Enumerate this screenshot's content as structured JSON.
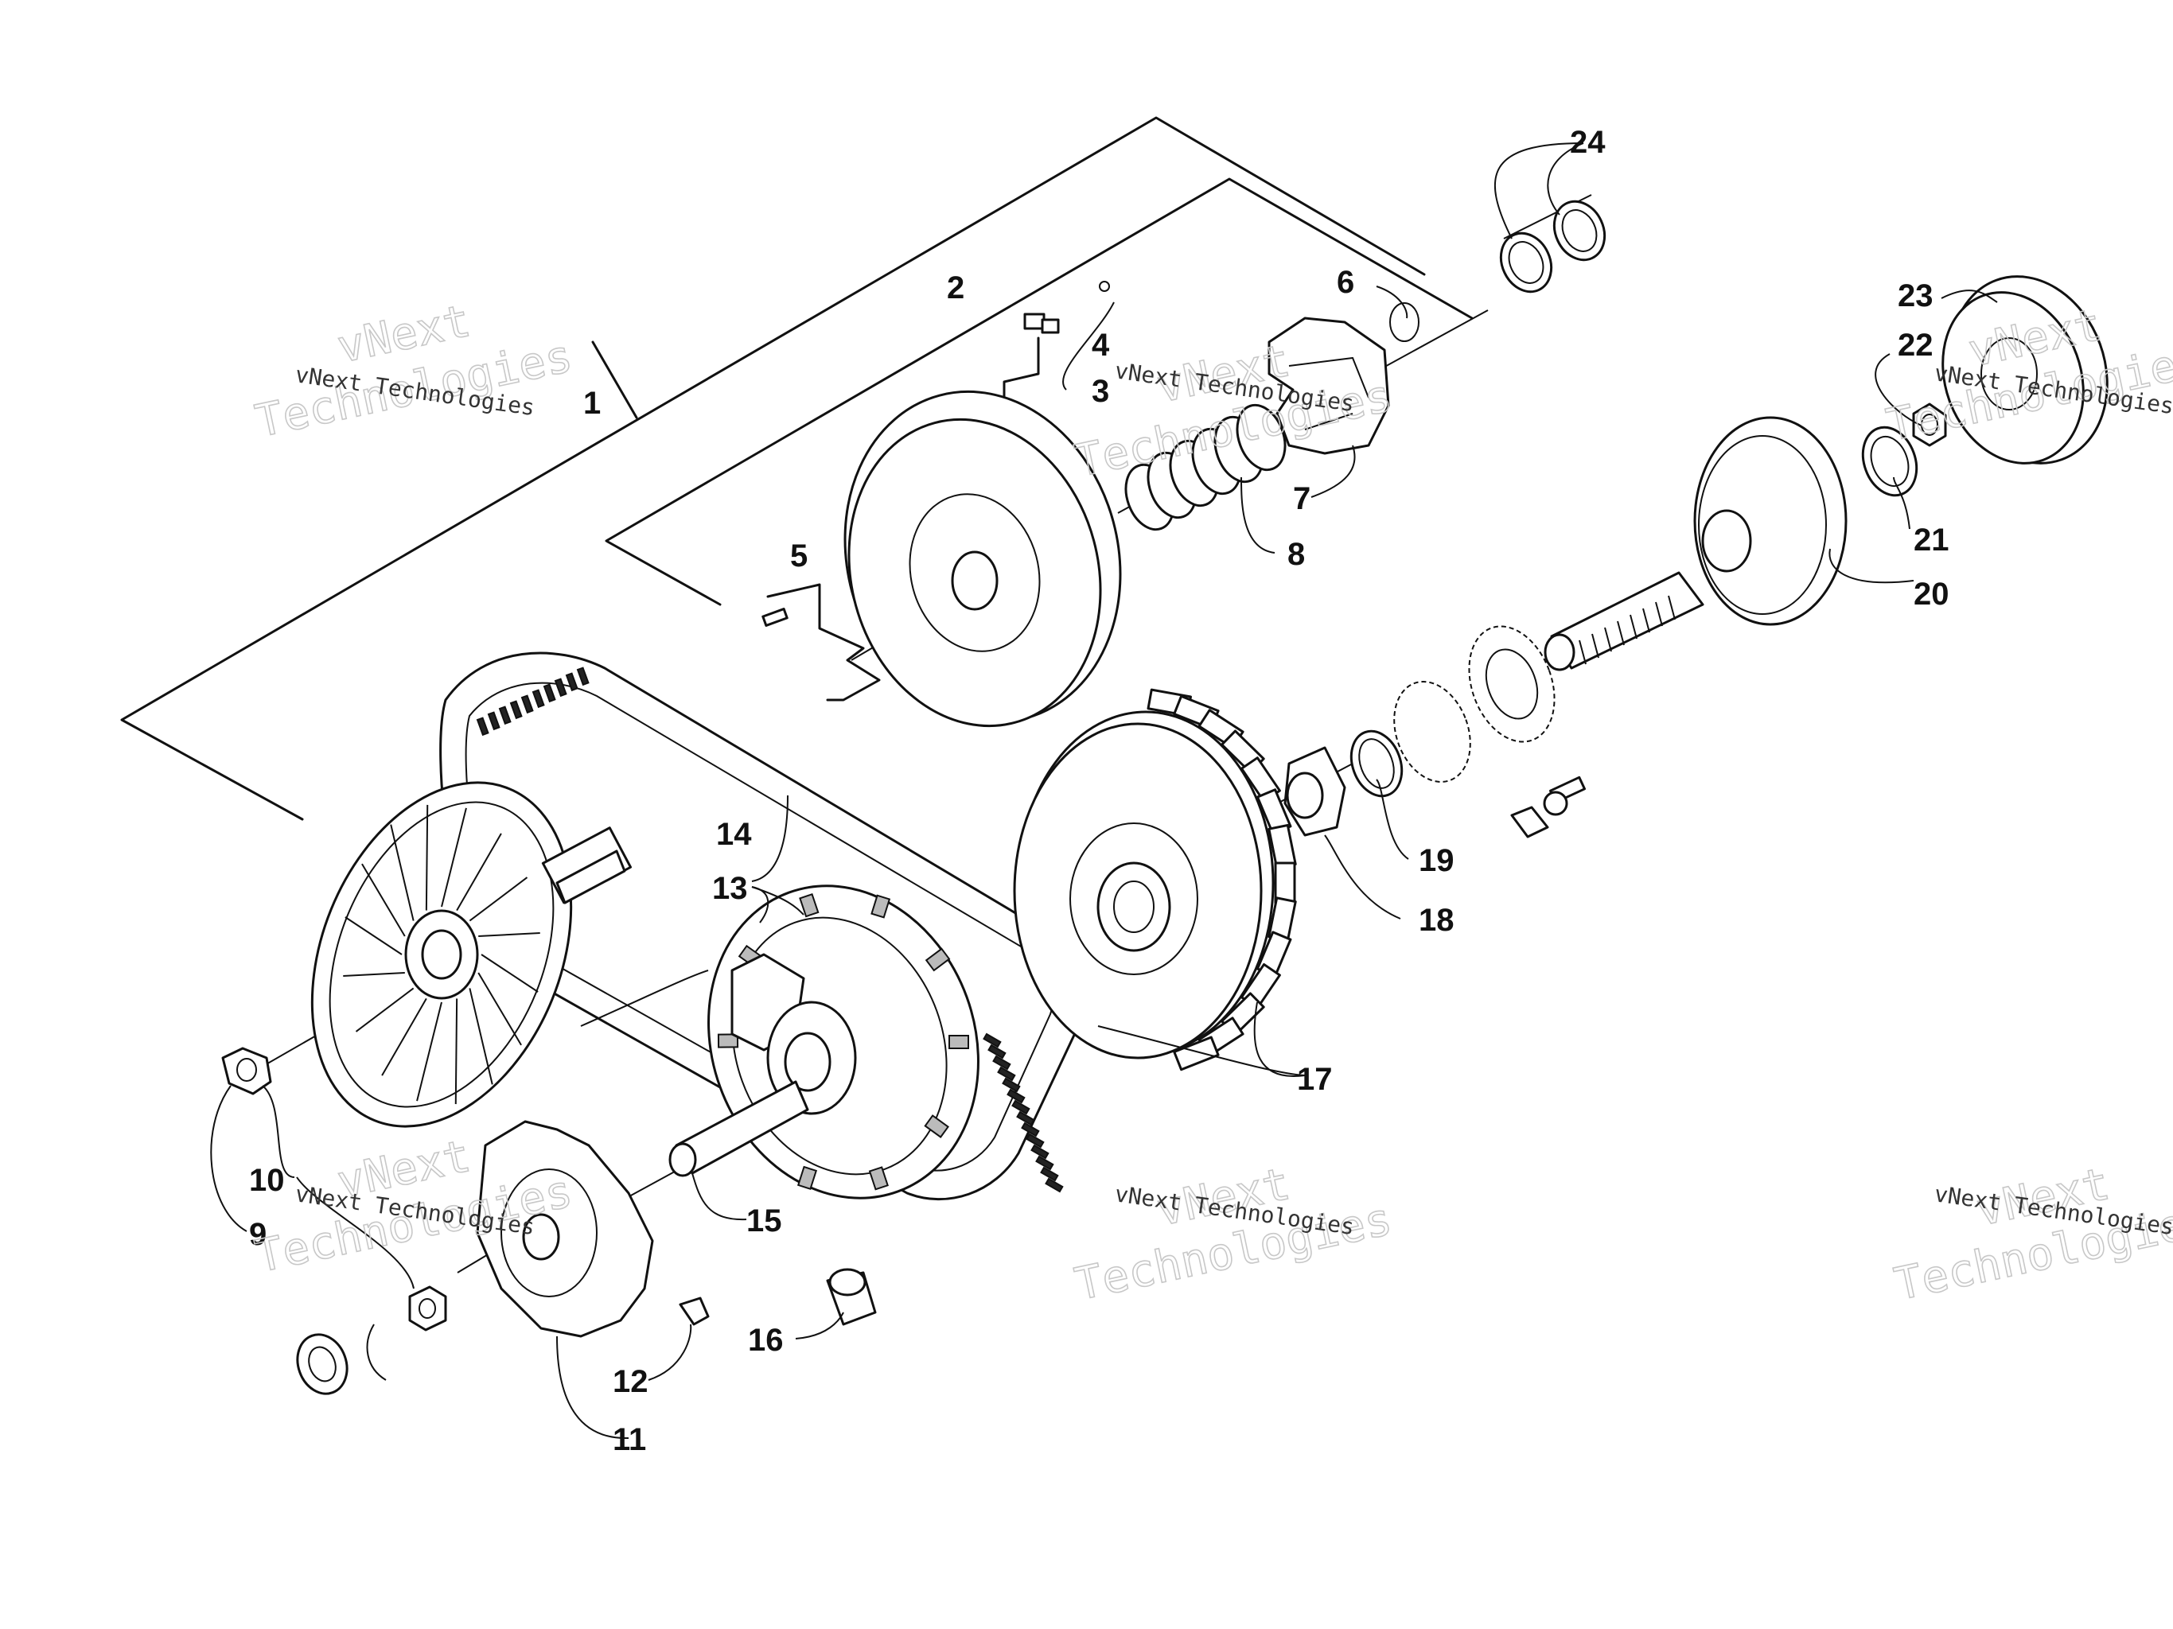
{
  "watermark": {
    "big_line1": "vNext",
    "big_line2": "Technologies",
    "small": "vNext Technologies"
  },
  "callouts": [
    "1",
    "2",
    "3",
    "4",
    "5",
    "6",
    "7",
    "8",
    "9",
    "10",
    "11",
    "12",
    "13",
    "14",
    "15",
    "16",
    "17",
    "18",
    "19",
    "20",
    "21",
    "22",
    "23",
    "24"
  ]
}
